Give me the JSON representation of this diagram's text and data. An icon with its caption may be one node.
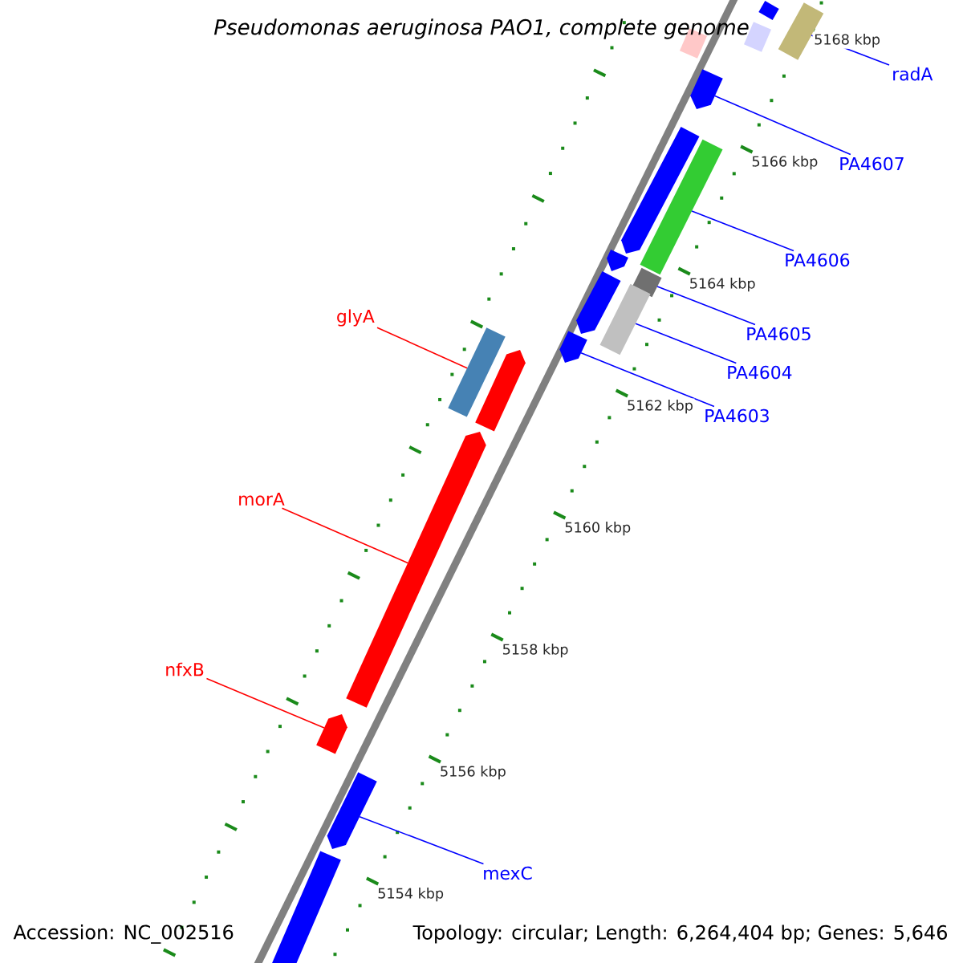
{
  "diagram": {
    "title": "Pseudomonas aeruginosa PAO1, complete genome",
    "nodes": [
      {
        "text": [],
        "shape": "bar"
      },
      {
        "text": [],
        "shape": "bar"
      },
      {
        "text": [],
        "shape": "bar"
      },
      {
        "text": [],
        "shape": "bar"
      },
      {
        "text": [
          "radA"
        ]
      },
      {
        "text": [],
        "shape": "pentagon"
      },
      {
        "text": [
          "PA4607"
        ]
      },
      {
        "text": [],
        "shape": "pentagon"
      },
      {
        "text": [],
        "shape": "bar"
      },
      {
        "text": [
          "PA4606"
        ]
      },
      {
        "text": [],
        "shape": "pentagon"
      },
      {
        "text": [],
        "shape": "bar"
      },
      {
        "text": [],
        "shape": "pentagon"
      },
      {
        "text": [
          "PA4605"
        ]
      },
      {
        "text": [],
        "shape": "bar"
      },
      {
        "text": [
          "glyA"
        ]
      },
      {
        "text": [],
        "shape": "bar"
      },
      {
        "text": [],
        "shape": "pentagon"
      },
      {
        "text": [
          "PA4604"
        ]
      },
      {
        "text": [],
        "shape": "pentagon"
      },
      {
        "text": [
          "PA4603"
        ]
      },
      {
        "text": [],
        "shape": "pentagon"
      },
      {
        "text": [
          "morA"
        ]
      },
      {
        "text": [
          "nfxB"
        ]
      },
      {
        "text": [],
        "shape": "pentagon"
      },
      {
        "text": [],
        "shape": "pentagon"
      },
      {
        "text": [
          "mexC"
        ]
      },
      {
        "text": [],
        "shape": "bar"
      }
    ],
    "edges": [
      {
        "from": 4,
        "to": 3,
        "arrow": "none"
      },
      {
        "from": 6,
        "to": 5,
        "arrow": "none"
      },
      {
        "from": 9,
        "to": 8,
        "arrow": "none"
      },
      {
        "from": 13,
        "to": 11,
        "arrow": "none"
      },
      {
        "from": 18,
        "to": 14,
        "arrow": "none"
      },
      {
        "from": 20,
        "to": 17,
        "arrow": "none"
      },
      {
        "from": 15,
        "to": 16,
        "arrow": "none",
        "color": "#ff0000"
      },
      {
        "from": 22,
        "to": 21,
        "arrow": "none",
        "color": "#ff0000"
      },
      {
        "from": 23,
        "to": 24,
        "arrow": "none",
        "color": "#ff0000"
      },
      {
        "from": 26,
        "to": 25,
        "arrow": "none"
      }
    ],
    "labels": [
      "5168 kbp",
      "5166 kbp",
      "5164 kbp",
      "5162 kbp",
      "5160 kbp",
      "5158 kbp",
      "5156 kbp",
      "5154 kbp",
      "Accession: NC_002516",
      "Topology: circular; Length: 6,264,404 bp; Genes: 5,646"
    ]
  }
}
